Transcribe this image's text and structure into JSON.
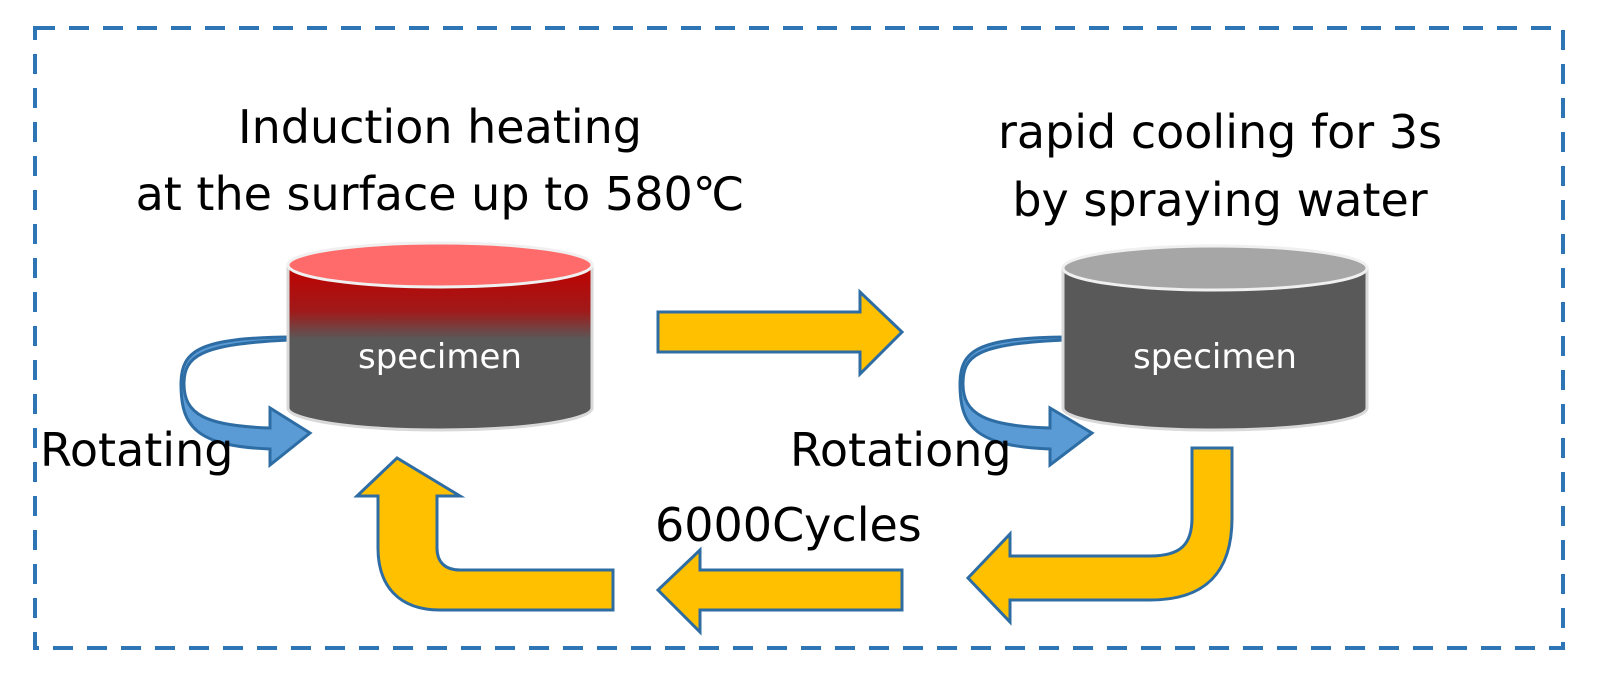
{
  "heating": {
    "line1": "Induction heating",
    "line2": "at the surface up to 580℃"
  },
  "cooling": {
    "line1": "rapid cooling for 3s",
    "line2": "by spraying water"
  },
  "specimen_left": {
    "label": "specimen"
  },
  "specimen_right": {
    "label": "specimen"
  },
  "rotating_left": {
    "label": "Rotating"
  },
  "rotating_right": {
    "label": "Rotationg"
  },
  "cycles": {
    "label": "6000Cycles"
  },
  "colors": {
    "border": "#2e75b6",
    "flow_arrow": "#ffc000",
    "flow_arrow_outline": "#2e6da4",
    "rotate_arrow": "#5b9bd5",
    "specimen_body": "#595959",
    "specimen_hot_top": "#ff6b6b",
    "specimen_hot_band": "#c00000",
    "specimen_cool_top": "#a6a6a6"
  }
}
